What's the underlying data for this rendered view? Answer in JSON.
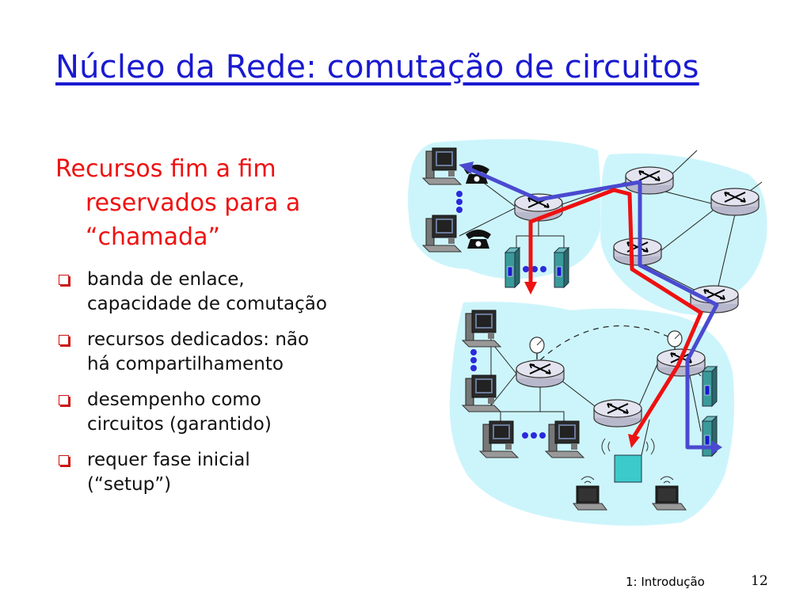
{
  "slide": {
    "title": "Núcleo da Rede: comutação de circuitos",
    "lead": [
      "Recursos fim a fim",
      "reservados para a",
      "“chamada”"
    ],
    "bullets": [
      {
        "lines": [
          "banda de enlace,",
          "capacidade de comutação"
        ]
      },
      {
        "lines": [
          "recursos dedicados: não",
          "há compartilhamento"
        ]
      },
      {
        "lines": [
          "desempenho como",
          "circuitos (garantido)"
        ]
      },
      {
        "lines": [
          "requer fase inicial",
          "(“setup”)"
        ]
      }
    ],
    "footer": "1: Introdução",
    "page_number": "12"
  },
  "colors": {
    "title": "#1a1ad0",
    "lead": "#ee1111",
    "bullet_marker": "#cc1111",
    "cloud": "#ccf5fb",
    "red_path": "#ee1111",
    "blue_path": "#4a4ad0",
    "router": "#d8d8e8",
    "server": "#3a8a8a",
    "access_point": "#3ccaca"
  },
  "icons": [
    "computer-icon",
    "telephone-icon",
    "router-icon",
    "server-icon",
    "satellite-dish-icon",
    "laptop-icon",
    "wireless-access-point-icon"
  ]
}
